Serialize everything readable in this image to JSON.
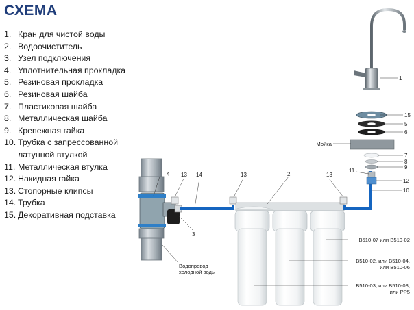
{
  "title": "СХЕМА",
  "legend": [
    {
      "num": "1.",
      "text": "Кран для чистой воды"
    },
    {
      "num": "2.",
      "text": "Водоочиститель"
    },
    {
      "num": "3.",
      "text": "Узел подключения"
    },
    {
      "num": "4.",
      "text": "Уплотнительная прокладка"
    },
    {
      "num": "5.",
      "text": "Резиновая прокладка"
    },
    {
      "num": "6.",
      "text": "Резиновая шайба"
    },
    {
      "num": "7.",
      "text": "Пластиковая шайба"
    },
    {
      "num": "8.",
      "text": "Металлическая шайба"
    },
    {
      "num": "9.",
      "text": "Крепежная гайка"
    },
    {
      "num": "10.",
      "text": "Трубка с запрессованной латунной втулкой"
    },
    {
      "num": "11.",
      "text": "Металлическая втулка"
    },
    {
      "num": "12.",
      "text": "Накидная гайка"
    },
    {
      "num": "13.",
      "text": "Стопорные клипсы"
    },
    {
      "num": "14.",
      "text": "Трубка"
    },
    {
      "num": "15.",
      "text": "Декоративная подставка"
    }
  ],
  "callouts": {
    "c1": "1",
    "c2": "2",
    "c3": "3",
    "c4": "4",
    "c5": "5",
    "c6": "6",
    "c7": "7",
    "c8": "8",
    "c9": "9",
    "c10": "10",
    "c11": "11",
    "c12": "12",
    "c13a": "13",
    "c13b": "13",
    "c13c": "13",
    "c14": "14",
    "c15": "15"
  },
  "labels": {
    "sink": "Мойка",
    "water_supply_1": "Водопровод",
    "water_supply_2": "холодной воды",
    "cartridge_1": "B510-07 или B510-02",
    "cartridge_2a": "B510-02, или B510-04,",
    "cartridge_2b": "или B510-06",
    "cartridge_3a": "B510-03, или B510-08,",
    "cartridge_3b": "или PP5"
  },
  "colors": {
    "title": "#1f3d7a",
    "tube": "#1565c0",
    "pipe": "#9aa4ad"
  }
}
